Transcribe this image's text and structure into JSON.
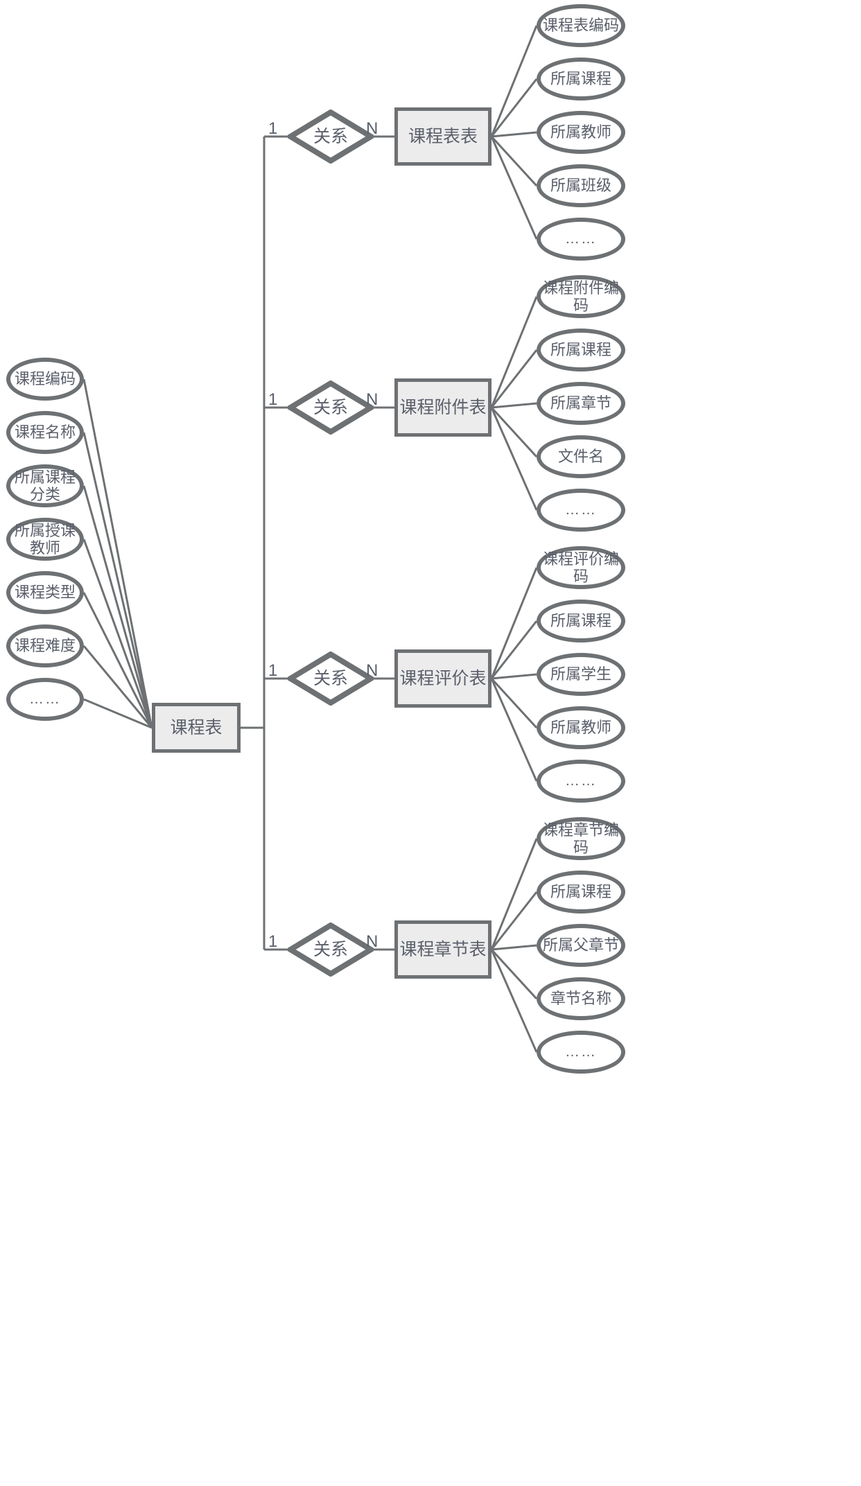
{
  "diagram": {
    "type": "er-diagram",
    "title": "课程表 ER 图",
    "colors": {
      "stroke": "#6e7173",
      "entity_fill": "#ececec",
      "attribute_fill": "#ffffff",
      "text": "#5b5f6b",
      "background": "#ffffff"
    },
    "ellipsis_text": "……",
    "cardinality_one": "1",
    "cardinality_many": "N",
    "relation_label": "关系"
  },
  "central_entity": {
    "label": "课程表",
    "attributes": [
      {
        "label": "课程编码"
      },
      {
        "label": "课程名称"
      },
      {
        "label": "所属课程分类"
      },
      {
        "label": "所属授课教师"
      },
      {
        "label": "课程类型"
      },
      {
        "label": "课程难度"
      },
      {
        "label": "……"
      }
    ]
  },
  "relationships": [
    {
      "label": "关系",
      "left_cardinality": "1",
      "right_cardinality": "N",
      "entity": "课程表表",
      "attributes": [
        {
          "label": "课程表编码"
        },
        {
          "label": "所属课程"
        },
        {
          "label": "所属教师"
        },
        {
          "label": "所属班级"
        },
        {
          "label": "……"
        }
      ]
    },
    {
      "label": "关系",
      "left_cardinality": "1",
      "right_cardinality": "N",
      "entity": "课程附件表",
      "attributes": [
        {
          "label": "课程附件编码"
        },
        {
          "label": "所属课程"
        },
        {
          "label": "所属章节"
        },
        {
          "label": "文件名"
        },
        {
          "label": "……"
        }
      ]
    },
    {
      "label": "关系",
      "left_cardinality": "1",
      "right_cardinality": "N",
      "entity": "课程评价表",
      "attributes": [
        {
          "label": "课程评价编码"
        },
        {
          "label": "所属课程"
        },
        {
          "label": "所属学生"
        },
        {
          "label": "所属教师"
        },
        {
          "label": "……"
        }
      ]
    },
    {
      "label": "关系",
      "left_cardinality": "1",
      "right_cardinality": "N",
      "entity": "课程章节表",
      "attributes": [
        {
          "label": "课程章节编码"
        },
        {
          "label": "所属课程"
        },
        {
          "label": "所属父章节"
        },
        {
          "label": "章节名称"
        },
        {
          "label": "……"
        }
      ]
    }
  ]
}
